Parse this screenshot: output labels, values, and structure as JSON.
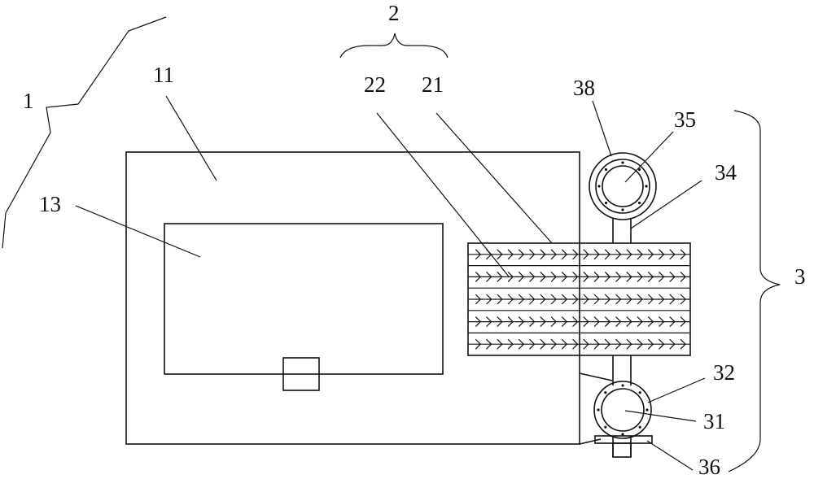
{
  "colors": {
    "stroke": "#111111",
    "background": "#ffffff"
  },
  "labels": {
    "l1": "1",
    "l2": "2",
    "l3": "3",
    "l11": "11",
    "l13": "13",
    "l21": "21",
    "l22": "22",
    "l31": "31",
    "l32": "32",
    "l34": "34",
    "l35": "35",
    "l36": "36",
    "l38": "38"
  },
  "radiator": {
    "rows": 5,
    "chevrons_per_row": 20
  }
}
